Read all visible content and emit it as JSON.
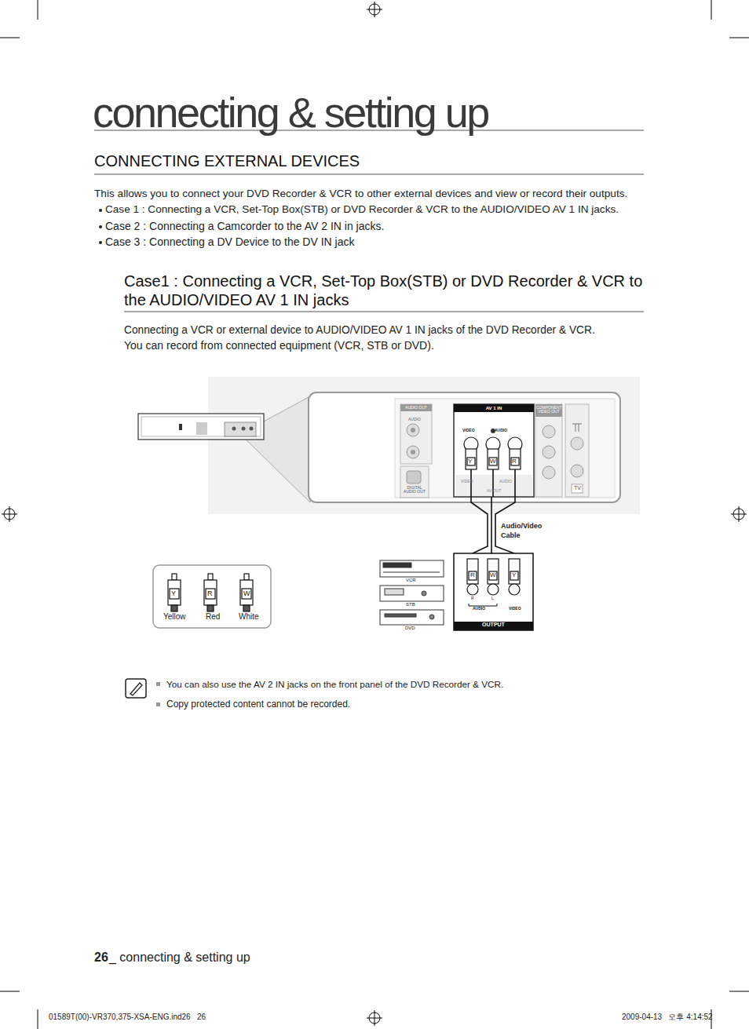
{
  "diagram": {
    "title": "connecting & setting up",
    "nodes": [
      {
        "text": [
          "AUDIO OUT",
          "AUDIO"
        ]
      },
      {
        "text": [
          "DIGITAL AUDIO OUT"
        ]
      },
      {
        "text": [
          "AV 1 IN",
          "VIDEO",
          "AUDIO"
        ]
      },
      {
        "text": [
          "COMPONENT VIDEO OUT"
        ]
      },
      {
        "text": [
          "OUTPUT",
          "AUDIO",
          "VIDEO"
        ]
      },
      {
        "text": [
          "Yellow",
          "Red",
          "White"
        ]
      }
    ],
    "edges": [
      {
        "from": 4,
        "to": 2,
        "arrow": "none",
        "label": "Audio/Video Cable"
      }
    ],
    "labels": [
      "CONNECTING EXTERNAL DEVICES",
      "This allows you to connect your DVD Recorder & VCR to other external devices and view or record their outputs.",
      "Case 1 : Connecting a VCR, Set-Top Box(STB) or DVD Recorder & VCR to the AUDIO/VIDEO AV 1 IN jacks.",
      "Case 2 : Connecting a Camcorder to the AV 2 IN in jacks.",
      "Case 3 : Connecting a DV Device to the DV IN jack",
      "Case1 : Connecting a VCR, Set-Top Box(STB) or DVD Recorder & VCR to the AUDIO/VIDEO AV 1 IN jacks",
      "Connecting a VCR or external device to AUDIO/VIDEO AV 1 IN jacks of the DVD Recorder & VCR.",
      "You can record from connected equipment (VCR, STB or DVD).",
      "Y",
      "W",
      "R",
      "VIDEO",
      "AUDIO",
      "AV OUT",
      "TV",
      "R",
      "W",
      "Y",
      "R",
      "L",
      "Y",
      "R",
      "W",
      "VCR",
      "STB",
      "DVD",
      "You can also use the AV 2 IN jacks on the front panel of the DVD Recorder & VCR.",
      "Copy protected content cannot be recorded.",
      "26",
      "_ connecting & setting up",
      "01589T(00)-VR370,375-XSA-ENG.ind26   26",
      "2009-04-13   오후 4:14:52"
    ]
  }
}
